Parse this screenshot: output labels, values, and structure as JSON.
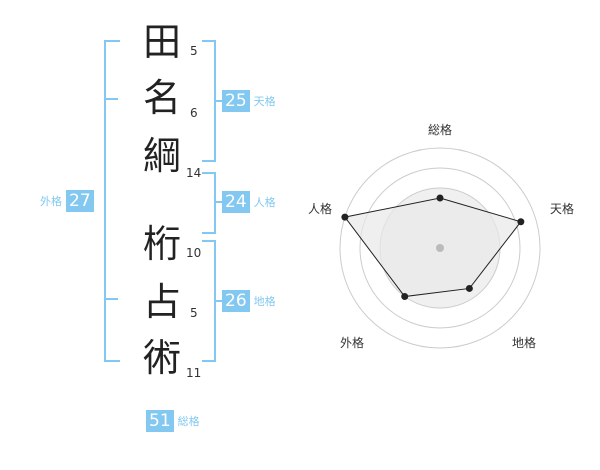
{
  "name": {
    "characters": [
      {
        "char": "田",
        "strokes": "5"
      },
      {
        "char": "名",
        "strokes": "6"
      },
      {
        "char": "綱",
        "strokes": "14"
      },
      {
        "char": "桁",
        "strokes": "10"
      },
      {
        "char": "占",
        "strokes": "5"
      },
      {
        "char": "術",
        "strokes": "11"
      }
    ]
  },
  "fortunes": {
    "tenkaku": {
      "value": "25",
      "label": "天格"
    },
    "jinkaku": {
      "value": "24",
      "label": "人格"
    },
    "chikaku": {
      "value": "26",
      "label": "地格"
    },
    "gaikaku": {
      "value": "27",
      "label": "外格"
    },
    "soukaku": {
      "value": "51",
      "label": "総格"
    }
  },
  "colors": {
    "accent": "#82c8f0",
    "radar_fill": "#e8e8e8",
    "radar_ring": "#cccccc"
  },
  "chart_data": {
    "type": "radar",
    "axes": [
      "総格",
      "天格",
      "地格",
      "外格",
      "人格"
    ],
    "values": [
      0.5,
      0.85,
      0.5,
      0.6,
      1.0
    ],
    "range": [
      0,
      1
    ]
  }
}
